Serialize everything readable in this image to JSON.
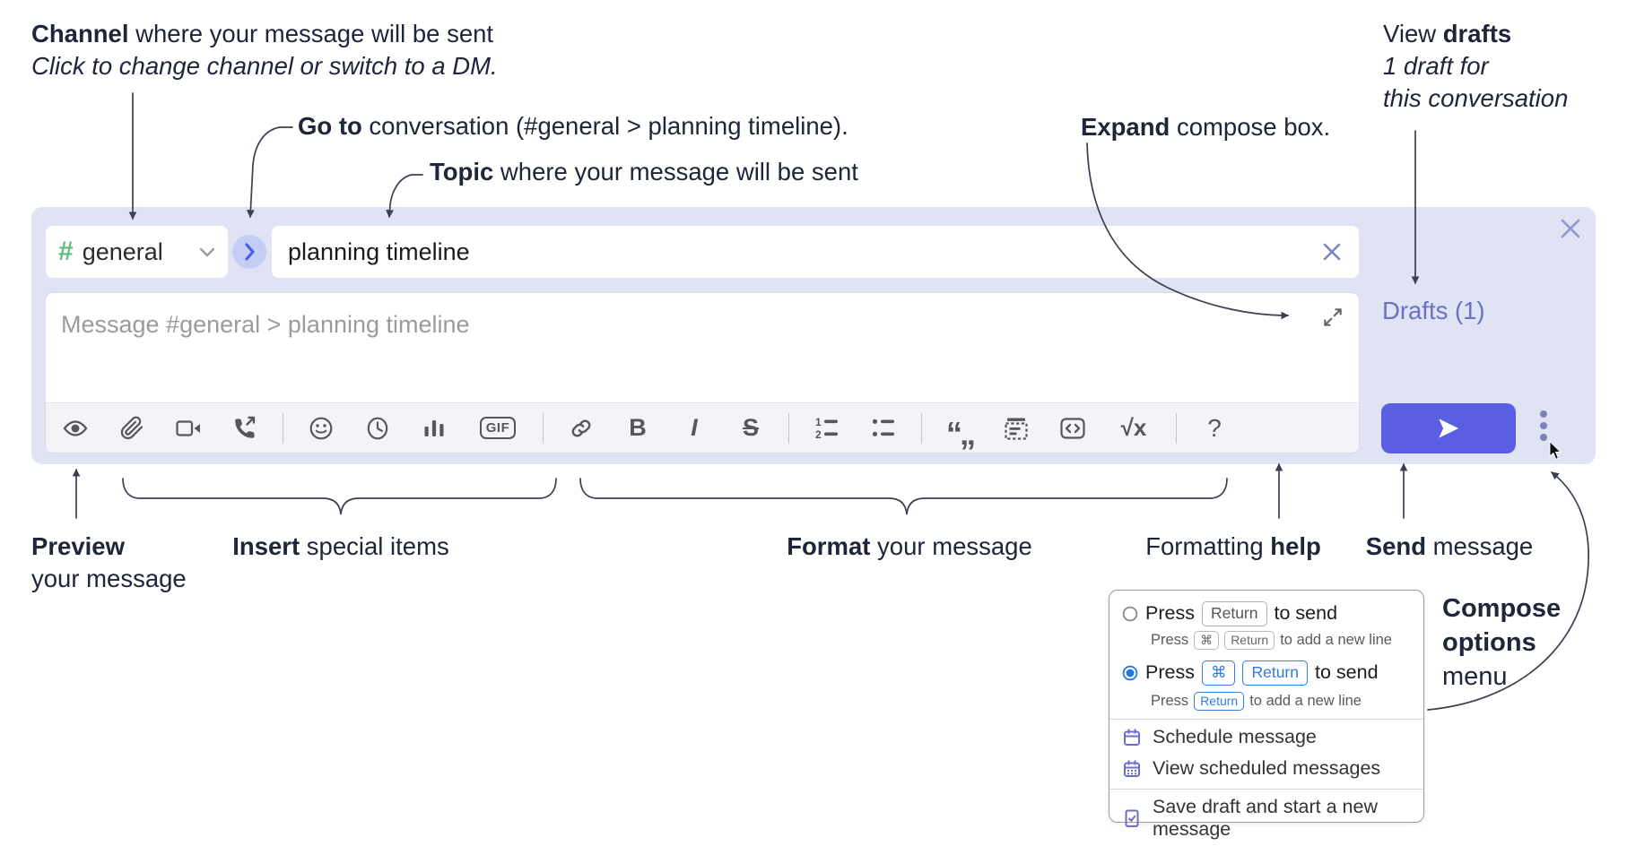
{
  "annotations": {
    "channel": {
      "bold": "Channel",
      "rest": " where your message will be sent",
      "sub": "Click to change channel or switch to a DM."
    },
    "goto": {
      "bold": "Go to",
      "rest": " conversation (#general > planning timeline)."
    },
    "topic": {
      "bold": "Topic",
      "rest": " where your message will be sent"
    },
    "expand": {
      "bold": "Expand",
      "rest": " compose box."
    },
    "drafts": {
      "pre": "View ",
      "bold": "drafts",
      "line2": "1 draft for",
      "line3": "this conversation"
    },
    "preview": {
      "bold": "Preview",
      "line2": "your message"
    },
    "insert": {
      "bold": "Insert",
      "rest": " special items"
    },
    "format": {
      "bold": "Format",
      "rest": " your message"
    },
    "help": {
      "pre": "Formatting ",
      "bold": "help"
    },
    "send": {
      "bold": "Send",
      "rest": " message"
    },
    "compose_options": {
      "bold1": "Compose",
      "bold2": "options",
      "line3": "menu"
    }
  },
  "compose": {
    "channel": {
      "hash": "#",
      "name": "general"
    },
    "topic_value": "planning timeline",
    "message_placeholder": "Message #general > planning timeline",
    "drafts_link": "Drafts (1)",
    "toolbar": {
      "gif": "GIF",
      "bold": "B",
      "italic": "I",
      "strike": "S",
      "quote": "“„",
      "math_root": "√x",
      "help": "?",
      "icons": [
        "preview",
        "attach-file",
        "add-video-call",
        "add-voice-call",
        "emoji",
        "add-global-time",
        "add-poll",
        "add-gif",
        "link",
        "bold",
        "italic",
        "strikethrough",
        "numbered-list",
        "bulleted-list",
        "quote",
        "spoiler",
        "code",
        "math",
        "message-formatting-help"
      ]
    }
  },
  "options_menu": {
    "option1": {
      "prefix": "Press",
      "key": "Return",
      "suffix": "to send",
      "sub_prefix": "Press",
      "sub_key1": "⌘",
      "sub_key2": "Return",
      "sub_suffix": "to add a new line"
    },
    "option2": {
      "prefix": "Press",
      "key1": "⌘",
      "key2": "Return",
      "suffix": "to send",
      "sub_prefix": "Press",
      "sub_key": "Return",
      "sub_suffix": "to add a new line"
    },
    "items": {
      "schedule": "Schedule message",
      "view_scheduled": "View scheduled messages",
      "save_draft": "Save draft and start a new message"
    }
  },
  "colors": {
    "panel_bg": "#dfe3f4",
    "send_button": "#5a5ee0",
    "drafts_link": "#6a70c6",
    "hash_green": "#5fba7d",
    "goto_chevron": "#4660e8",
    "radio_blue": "#1f76e4",
    "key_blue": "#2e7be5",
    "menu_icon_purple": "#6f6dca",
    "annotation_ink": "#20263a"
  }
}
